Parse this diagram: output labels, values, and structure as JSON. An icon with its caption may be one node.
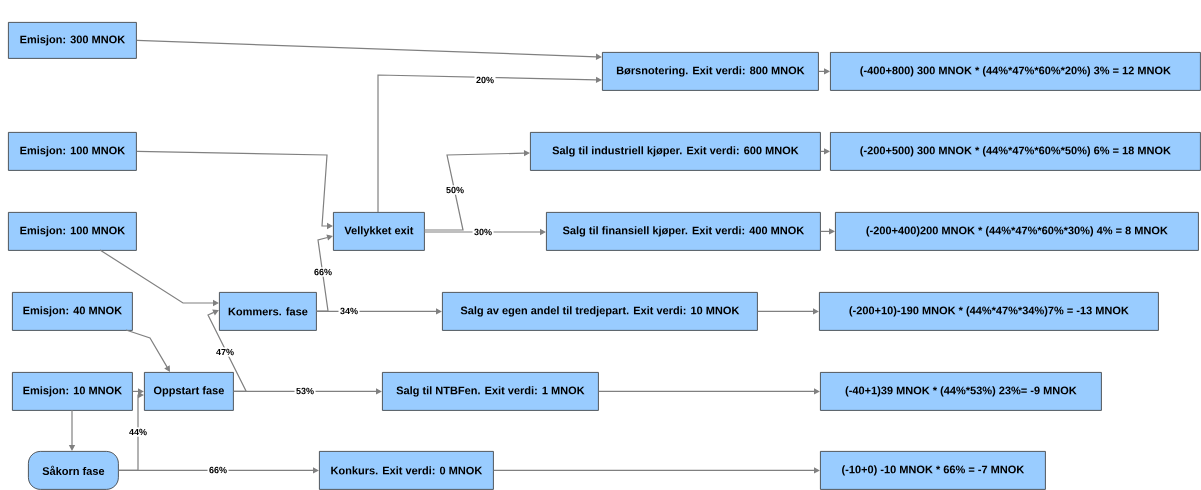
{
  "diagram": {
    "nodes": [
      {
        "text": [
          "Emisjon: 300 MNOK"
        ]
      },
      {
        "text": [
          "Børsnotering. Exit verdi: 800 MNOK"
        ]
      },
      {
        "text": [
          "(-400+800) 300 MNOK * (44%*47%*60%*20%) 3% = 12 MNOK"
        ]
      },
      {
        "text": [
          "Emisjon: 100 MNOK"
        ]
      },
      {
        "text": [
          "Salg til industriell kjøper. Exit verdi: 600 MNOK"
        ]
      },
      {
        "text": [
          "(-200+500) 300 MNOK * (44%*47%*60%*50%) 6% = 18 MNOK"
        ]
      },
      {
        "text": [
          "Emisjon: 100 MNOK"
        ]
      },
      {
        "text": [
          "Vellykket exit"
        ]
      },
      {
        "text": [
          "Salg til finansiell kjøper. Exit verdi: 400 MNOK"
        ]
      },
      {
        "text": [
          "(-200+400)200 MNOK * (44%*47%*60%*30%) 4% = 8 MNOK"
        ]
      },
      {
        "text": [
          "Emisjon: 40 MNOK"
        ]
      },
      {
        "text": [
          "Kommers. fase"
        ]
      },
      {
        "text": [
          "Salg av egen andel til tredjepart. Exit verdi: 10 MNOK"
        ]
      },
      {
        "text": [
          "(-200+10)-190 MNOK * (44%*47%*34%)7% = -13 MNOK"
        ]
      },
      {
        "text": [
          "Emisjon: 10 MNOK"
        ]
      },
      {
        "text": [
          "Oppstart fase"
        ]
      },
      {
        "text": [
          "Salg til NTBFen. Exit verdi: 1 MNOK"
        ]
      },
      {
        "text": [
          "(-40+1)39 MNOK * (44%*53%) 23%= -9 MNOK"
        ]
      },
      {
        "text": [
          "Såkorn fase"
        ]
      },
      {
        "text": [
          "Konkurs. Exit verdi: 0 MNOK"
        ]
      },
      {
        "text": [
          "(-10+0) -10 MNOK * 66% = -7 MNOK"
        ]
      }
    ],
    "edges": [
      {
        "from": 0,
        "to": 1,
        "arrow": "to"
      },
      {
        "from": 7,
        "to": 1,
        "arrow": "to",
        "label": "20%"
      },
      {
        "from": 1,
        "to": 2,
        "arrow": "to"
      },
      {
        "from": 3,
        "to": 7,
        "arrow": "to"
      },
      {
        "from": 7,
        "to": 4,
        "arrow": "to",
        "label": "50%"
      },
      {
        "from": 7,
        "to": 8,
        "arrow": "to",
        "label": "30%"
      },
      {
        "from": 4,
        "to": 5,
        "arrow": "to"
      },
      {
        "from": 8,
        "to": 9,
        "arrow": "to"
      },
      {
        "from": 6,
        "to": 11,
        "arrow": "to"
      },
      {
        "from": 11,
        "to": 7,
        "arrow": "to",
        "label": "66%"
      },
      {
        "from": 11,
        "to": 12,
        "arrow": "to",
        "label": "34%"
      },
      {
        "from": 12,
        "to": 13,
        "arrow": "to"
      },
      {
        "from": 10,
        "to": 15,
        "arrow": "to"
      },
      {
        "from": 15,
        "to": 11,
        "arrow": "to",
        "label": "47%"
      },
      {
        "from": 15,
        "to": 16,
        "arrow": "to",
        "label": "53%"
      },
      {
        "from": 16,
        "to": 17,
        "arrow": "to"
      },
      {
        "from": 14,
        "to": 15,
        "arrow": "to"
      },
      {
        "from": 14,
        "to": 18,
        "arrow": "to"
      },
      {
        "from": 18,
        "to": 15,
        "arrow": "to",
        "label": "44%"
      },
      {
        "from": 18,
        "to": 19,
        "arrow": "to",
        "label": "66%"
      },
      {
        "from": 19,
        "to": 20,
        "arrow": "to"
      }
    ]
  }
}
